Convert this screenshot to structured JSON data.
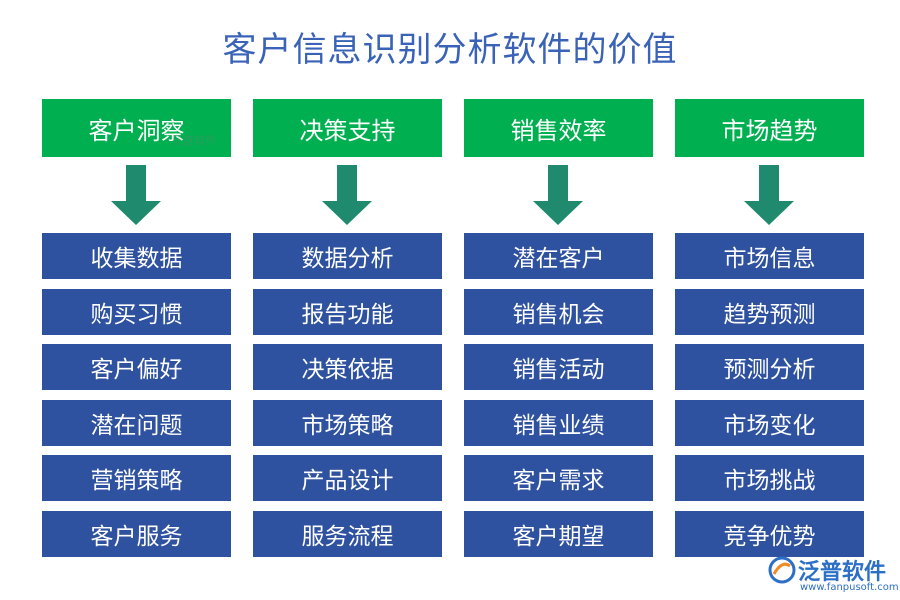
{
  "title": "客户信息识别分析软件的价值",
  "columns": [
    {
      "header": "客户洞察",
      "items": [
        "收集数据",
        "购买习惯",
        "客户偏好",
        "潜在问题",
        "营销策略",
        "客户服务"
      ]
    },
    {
      "header": "决策支持",
      "items": [
        "数据分析",
        "报告功能",
        "决策依据",
        "市场策略",
        "产品设计",
        "服务流程"
      ]
    },
    {
      "header": "销售效率",
      "items": [
        "潜在客户",
        "销售机会",
        "销售活动",
        "销售业绩",
        "客户需求",
        "客户期望"
      ]
    },
    {
      "header": "市场趋势",
      "items": [
        "市场信息",
        "趋势预测",
        "预测分析",
        "市场变化",
        "市场挑战",
        "竞争优势"
      ]
    }
  ],
  "watermark": {
    "small": "泛普软件"
  },
  "logo": {
    "name": "泛普软件",
    "url": "www.fanpusoft.com"
  },
  "colors": {
    "title": "#3a63b8",
    "header": "#00b050",
    "item": "#2f52a0",
    "arrow": "#1f8a6e",
    "logo": "#2c6fc7"
  }
}
